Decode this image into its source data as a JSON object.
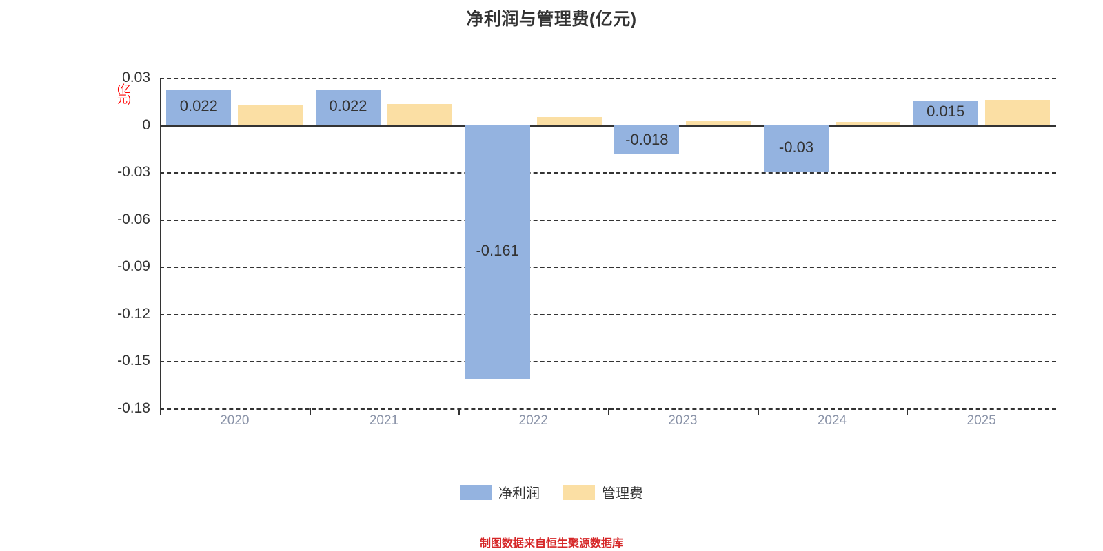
{
  "chart_data": {
    "type": "bar",
    "title": "净利润与管理费(亿元)",
    "xlabel": "",
    "ylabel": "(亿元)",
    "categories": [
      "2020",
      "2021",
      "2022",
      "2023",
      "2024",
      "2025"
    ],
    "series": [
      {
        "name": "净利润",
        "color": "#94b3e0",
        "values": [
          0.022,
          0.022,
          -0.161,
          -0.018,
          -0.03,
          0.015
        ],
        "labels": [
          "0.022",
          "0.022",
          "-0.161",
          "-0.018",
          "-0.03",
          "0.015"
        ]
      },
      {
        "name": "管理费",
        "color": "#fbdfa4",
        "values": [
          0.0125,
          0.0135,
          0.005,
          0.0025,
          0.002,
          0.016
        ],
        "labels": [
          "",
          "",
          "",
          "",
          "",
          ""
        ]
      }
    ],
    "ylim": [
      -0.18,
      0.03
    ],
    "yticks": [
      0.03,
      0,
      -0.03,
      -0.06,
      -0.09,
      -0.12,
      -0.15,
      -0.18
    ],
    "ytick_labels": [
      "0.03",
      "0",
      "-0.03",
      "-0.06",
      "-0.09",
      "-0.12",
      "-0.15",
      "-0.18"
    ],
    "grid": true,
    "legend_position": "bottom"
  },
  "footer": {
    "note": "制图数据来自恒生聚源数据库"
  }
}
